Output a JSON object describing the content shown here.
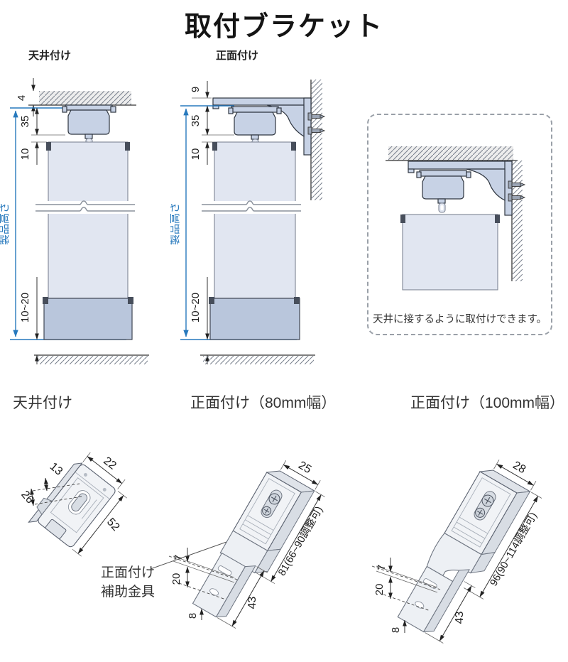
{
  "title": "取付ブラケット",
  "top": {
    "ceiling_label": "天井付け",
    "front_label": "正面付け"
  },
  "dA": {
    "gap4": "4",
    "rail35": "35",
    "gap10": "10",
    "height": "製品高さ",
    "bottom": "10~20"
  },
  "dB": {
    "gap9": "9",
    "rail35": "35",
    "gap10": "10",
    "height": "製品高さ",
    "bottom": "10~20"
  },
  "note": {
    "caption": "天井に接するように取付けできます。"
  },
  "bl": {
    "ceiling": "天井付け",
    "front80": "正面付け（80mm幅）",
    "front100": "正面付け（100mm幅）"
  },
  "b1": {
    "w22": "22",
    "s13": "13",
    "d26": "26",
    "l52": "52"
  },
  "b2": {
    "w25": "25",
    "len": "81(66~90調整可)",
    "foot43": "43",
    "h7": "7",
    "h20": "20",
    "h8": "8",
    "aux1": "正面付け",
    "aux2": "補助金具"
  },
  "b3": {
    "w28": "28",
    "len": "96(90~114調整可)",
    "foot43": "43",
    "h7": "7",
    "h20": "20",
    "h8": "8"
  },
  "colors": {
    "accent_blue": "#2779bd"
  }
}
